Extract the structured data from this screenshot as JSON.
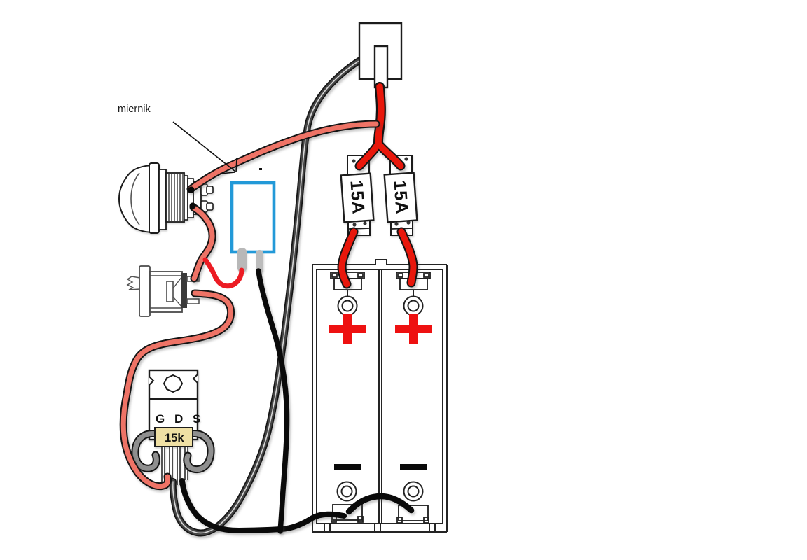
{
  "diagram": {
    "type": "wiring-diagram",
    "meter_annotation": {
      "label": "miernik"
    },
    "fuses": {
      "left_rating": "15A",
      "right_rating": "15A"
    },
    "mosfet": {
      "pin_labels": "G D S",
      "resistor_value": "15k"
    },
    "battery_sled": {
      "bays": 2,
      "positive_symbol": "+",
      "negative_symbol": "−"
    },
    "colors": {
      "wire_red": "#e8170b",
      "wire_salmon": "#ee7366",
      "wire_scribble_red": "#ec1c24",
      "wire_black": "#0a0a0a",
      "wire_gray": "#454545",
      "meter_outline_blue": "#2299d8",
      "terminal_gray": "#b8b8b8",
      "resistor_tan": "#efe0a4",
      "battery_plus_red": "#ee1111"
    }
  }
}
